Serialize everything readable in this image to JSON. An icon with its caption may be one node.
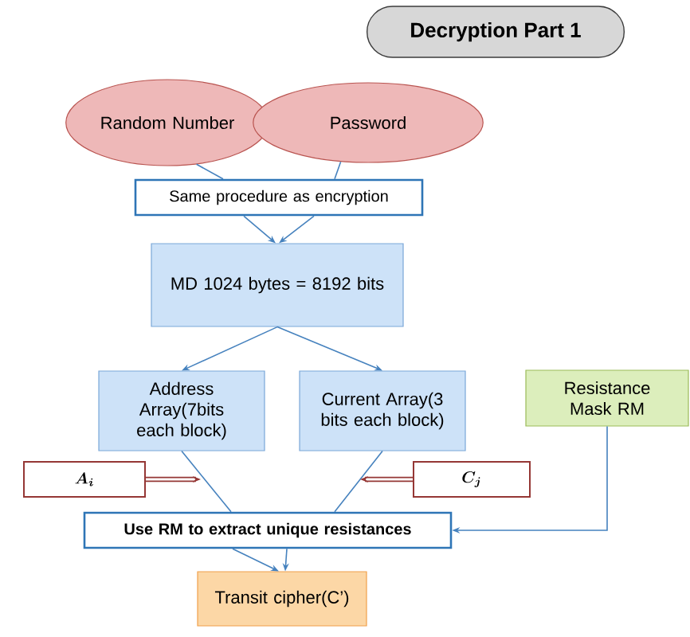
{
  "diagram": {
    "title": "Decryption Part 1",
    "nodes": [
      {
        "text": [
          "Random Number"
        ]
      },
      {
        "text": [
          "Password"
        ]
      },
      {
        "text": [
          "Same procedure as encryption"
        ]
      },
      {
        "text": [
          "MD 1024 bytes = 8192 bits"
        ]
      },
      {
        "text": [
          "Address Array(7bits each block)"
        ]
      },
      {
        "text": [
          "Current Array(3 bits each block)"
        ]
      },
      {
        "text": [
          "Resistance Mask RM"
        ]
      },
      {
        "text": [
          "\\boldsymbol{A_i}"
        ]
      },
      {
        "text": [
          "\\boldsymbol{C_j}"
        ]
      },
      {
        "text": [
          "Use RM to extract unique resistances"
        ]
      },
      {
        "text": [
          "Transit cipher(C’)"
        ]
      }
    ],
    "edges": [
      {
        "from": 0,
        "to": 2,
        "arrow": "none"
      },
      {
        "from": 1,
        "to": 2,
        "arrow": "none"
      },
      {
        "from": 2,
        "to": 3,
        "arrow": "to"
      },
      {
        "from": 2,
        "to": 3,
        "arrow": "to"
      },
      {
        "from": 3,
        "to": 4,
        "arrow": "to"
      },
      {
        "from": 3,
        "to": 5,
        "arrow": "to"
      },
      {
        "from": 4,
        "to": 9,
        "arrow": "none"
      },
      {
        "from": 5,
        "to": 9,
        "arrow": "none"
      },
      {
        "from": 9,
        "to": 10,
        "arrow": "to"
      },
      {
        "from": 9,
        "to": 10,
        "arrow": "to"
      },
      {
        "from": 6,
        "to": 9,
        "arrow": "to"
      },
      {
        "from": 7,
        "to": null,
        "arrow": "to",
        "style": "thick",
        "color": "#953735"
      },
      {
        "from": 8,
        "to": null,
        "arrow": "to",
        "style": "thick",
        "color": "#953735"
      }
    ]
  }
}
